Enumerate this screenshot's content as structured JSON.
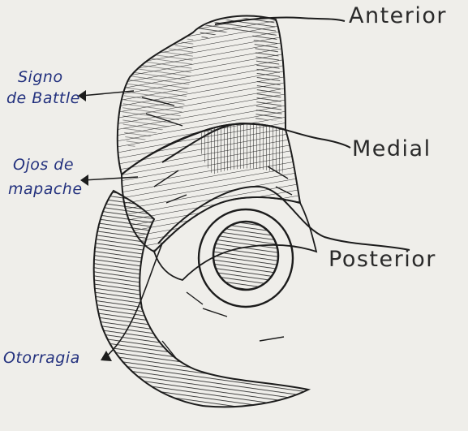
{
  "labels": {
    "anterior": "Anterior",
    "medial": "Medial",
    "posterior": "Posterior",
    "signo_line1": "Signo",
    "signo_line2": "de Battle",
    "ojos_line1": "Ojos de",
    "ojos_line2": "mapache",
    "otorragia": "Otorragia"
  },
  "colors": {
    "background": "#efeeea",
    "ink": "#1c1c1c",
    "blue_ink": "#23317e"
  }
}
